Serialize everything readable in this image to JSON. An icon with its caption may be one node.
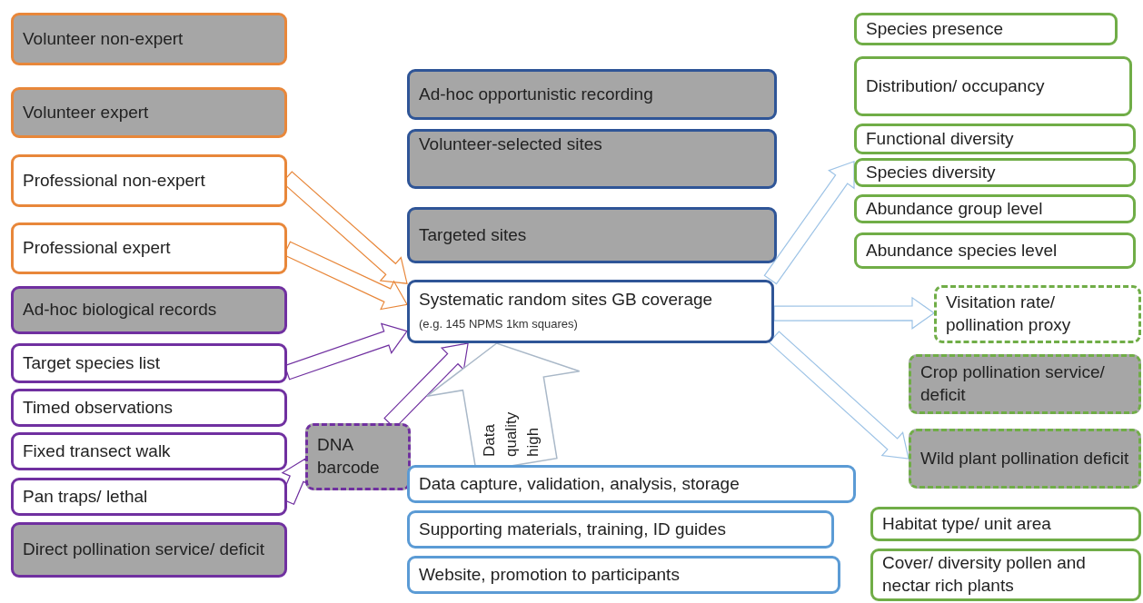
{
  "diagram": {
    "nodes": [
      {
        "text": [
          "Volunteer non-expert"
        ]
      },
      {
        "text": [
          "Volunteer expert"
        ]
      },
      {
        "text": [
          "Professional non-expert"
        ]
      },
      {
        "text": [
          "Professional expert"
        ]
      },
      {
        "text": [
          "Ad-hoc biological records"
        ]
      },
      {
        "text": [
          "Target species list"
        ]
      },
      {
        "text": [
          "Timed observations"
        ]
      },
      {
        "text": [
          "Fixed transect walk"
        ]
      },
      {
        "text": [
          "Pan traps/ lethal"
        ]
      },
      {
        "text": [
          "Direct pollination service/ deficit"
        ]
      },
      {
        "text": [
          "DNA barcode"
        ]
      },
      {
        "text": [
          "Ad-hoc opportunistic recording"
        ]
      },
      {
        "text": [
          "Volunteer-selected sites"
        ]
      },
      {
        "text": [
          "Targeted sites"
        ]
      },
      {
        "text": [
          "Systematic random sites GB coverage",
          "(e.g. 145  NPMS 1km squares)"
        ]
      },
      {
        "text": [
          "Data capture, validation, analysis, storage"
        ]
      },
      {
        "text": [
          "Supporting materials, training, ID guides"
        ]
      },
      {
        "text": [
          "Website, promotion to participants"
        ]
      },
      {
        "text": [
          "Species presence"
        ]
      },
      {
        "text": [
          "Distribution/ occupancy"
        ]
      },
      {
        "text": [
          "Functional diversity"
        ]
      },
      {
        "text": [
          "Species diversity"
        ]
      },
      {
        "text": [
          "Abundance group level"
        ]
      },
      {
        "text": [
          "Abundance species level"
        ]
      },
      {
        "text": [
          "Visitation rate/ pollination proxy"
        ]
      },
      {
        "text": [
          "Crop pollination service/ deficit"
        ]
      },
      {
        "text": [
          "Wild plant pollination deficit"
        ]
      },
      {
        "text": [
          "Habitat type/ unit area"
        ]
      },
      {
        "text": [
          "Cover/ diversity pollen and nectar rich plants"
        ]
      }
    ],
    "edges": [
      {
        "from": 2,
        "to": 14,
        "arrow": "to",
        "color": "#e8873a"
      },
      {
        "from": 3,
        "to": 14,
        "arrow": "to",
        "color": "#e8873a"
      },
      {
        "from": 5,
        "to": 14,
        "arrow": "to",
        "color": "#7030a0"
      },
      {
        "from": 8,
        "to": 10,
        "arrow": "to",
        "color": "#7030a0"
      },
      {
        "from": 10,
        "to": 14,
        "arrow": "to",
        "color": "#7030a0"
      },
      {
        "from": 14,
        "to": 21,
        "arrow": "to"
      },
      {
        "from": 14,
        "to": 24,
        "arrow": "to"
      },
      {
        "from": 14,
        "to": 26,
        "arrow": "to"
      },
      {
        "from": 15,
        "to": 14,
        "arrow": "to",
        "label": "Data quality high"
      }
    ]
  }
}
